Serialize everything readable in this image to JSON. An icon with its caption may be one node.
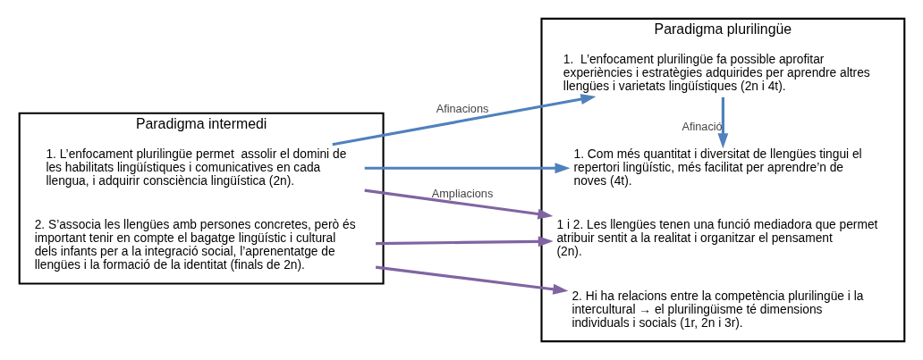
{
  "diagram": {
    "nodes": [
      {
        "text": [
          "Paradigma intermedi"
        ]
      },
      {
        "text": [
          "1. L’enfocament plurilingüe permet  assolir el domini de les habilitats lingüístiques i comunicatives en cada llengua, i adquirir consciència lingüística (2n)."
        ],
        "in": 0
      },
      {
        "text": [
          "2. S’associa les llengües amb persones concretes, però és important tenir en compte el bagatge lingüístic i cultural dels infants per a la integració social, l’aprenentatge de llengües i la formació de la identitat (finals de 2n)."
        ],
        "in": 0
      },
      {
        "text": [
          "Paradigma plurilingüe"
        ]
      },
      {
        "text": [
          "1.  L’enfocament plurilingüe fa possible aprofitar experiències i estratègies adquirides per aprendre altres llengües i varietats lingüístiques (2n i 4t)."
        ],
        "in": 3
      },
      {
        "text": [
          "1. Com més quantitat i diversitat de llengües tingui el repertori lingüístic, més facilitat per aprendre’n de noves (4t)."
        ],
        "in": 3
      },
      {
        "text": [
          "1 i 2. Les llengües tenen una funció mediadora que permet atribuir sentit a la realitat i organitzar el pensament (2n)."
        ],
        "in": 3
      },
      {
        "text": [
          "2. Hi ha relacions entre la competència plurilingüe i la intercultural → el plurilingüisme té dimensions individuals i socials (1r, 2n i 3r)."
        ],
        "in": 3
      }
    ],
    "edges": [
      {
        "from": 1,
        "to": 4,
        "arrow": "to",
        "label": "Afinacions"
      },
      {
        "from": 1,
        "to": 5,
        "arrow": "to"
      },
      {
        "from": 4,
        "to": 5,
        "arrow": "to",
        "label": "Afinació"
      },
      {
        "from": 1,
        "to": 6,
        "arrow": "to",
        "label": "Ampliacions",
        "color": "#8064a2"
      },
      {
        "from": 2,
        "to": 6,
        "arrow": "to",
        "color": "#8064a2"
      },
      {
        "from": 2,
        "to": 7,
        "arrow": "to",
        "color": "#8064a2"
      }
    ]
  }
}
